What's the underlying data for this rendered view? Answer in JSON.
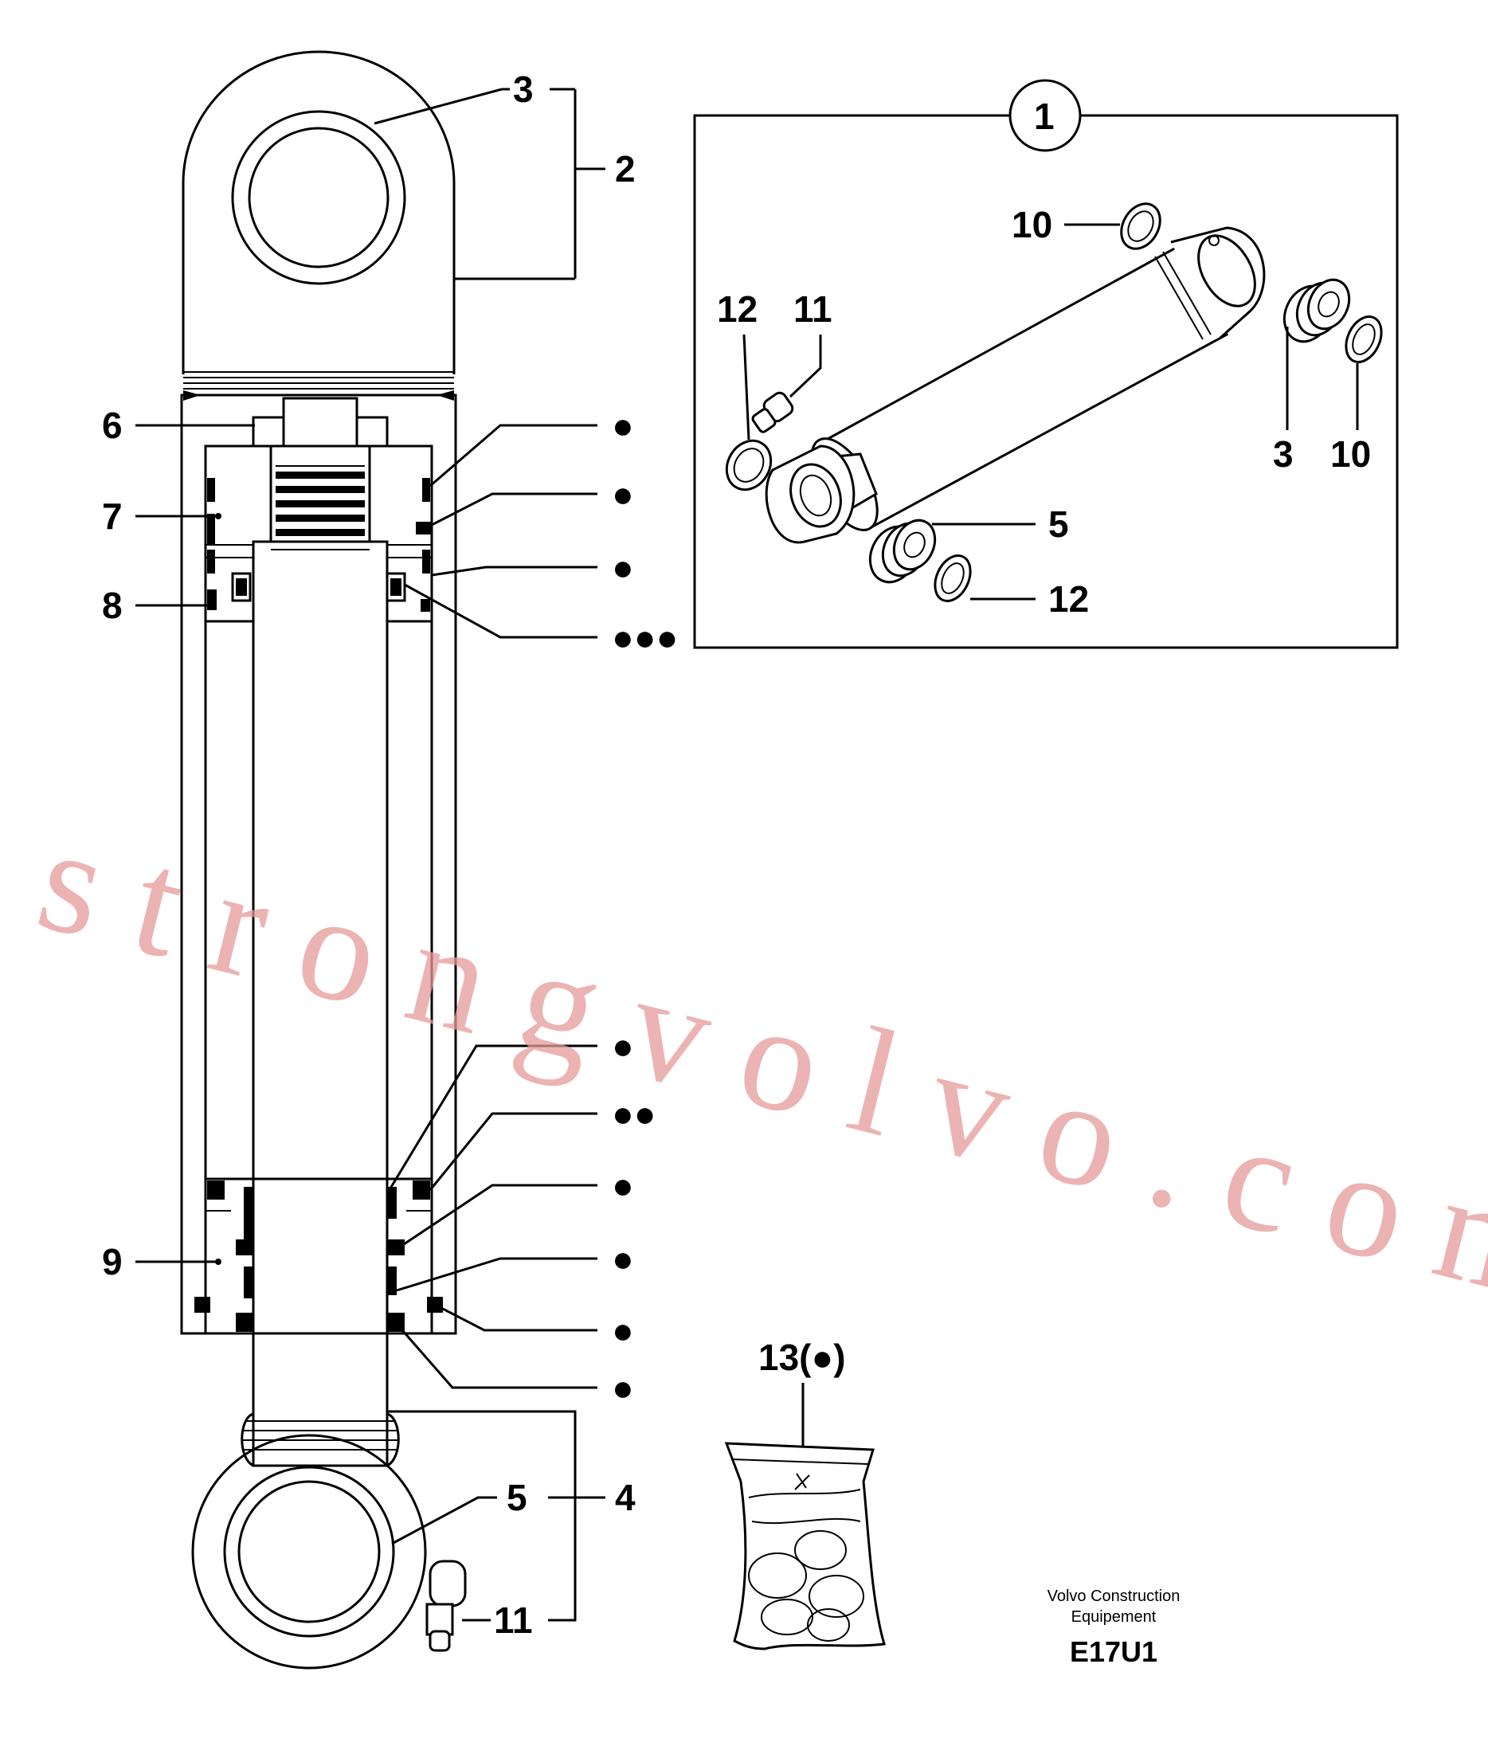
{
  "diagram": {
    "watermark": "strongvolvo.com",
    "footer": {
      "publisher_line1": "Volvo Construction",
      "publisher_line2": "Equipement",
      "code": "E17U1"
    },
    "callouts": {
      "c1": "1",
      "c2": "2",
      "c3": "3",
      "c4": "4",
      "c5": "5",
      "c6": "6",
      "c7": "7",
      "c8": "8",
      "c9": "9",
      "c10": "10",
      "c11": "11",
      "c12": "12",
      "c13": "13(●)"
    },
    "dot_markers": {
      "single": "●",
      "double": "●●",
      "triple": "●●●"
    }
  }
}
